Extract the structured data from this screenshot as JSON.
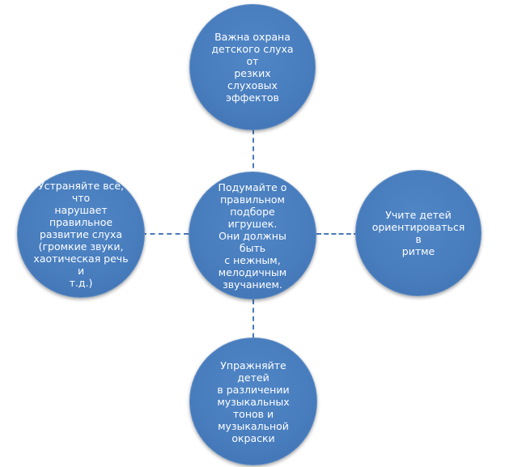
{
  "diagram": {
    "colors": {
      "node_fill": "#477cbd",
      "node_text": "#ffffff",
      "connector": "#4a7ab8"
    },
    "center": {
      "text": "Подумайте о\nправильном\nподборе игрушек.\nОни должны быть\nс нежным,\nмелодичным\nзвучанием."
    },
    "top": {
      "text": "Важна охрана\nдетского слуха от\nрезких слуховых\nэффектов"
    },
    "left": {
      "text": "Устраняйте всё, что\nнарушает\nправильное\nразвитие слуха\n(громкие звуки,\nхаотическая речь и\nт.д.)"
    },
    "right": {
      "text": "Учите детей\nориентироваться в\nритме"
    },
    "bottom": {
      "text": "Упражняйте детей\nв различении\nмузыкальных\nтонов и\nмузыкальной\nокраски"
    }
  }
}
